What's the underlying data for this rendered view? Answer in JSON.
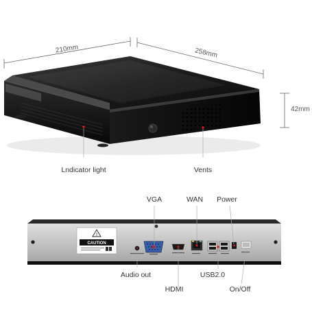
{
  "dimensions": {
    "width": "210mm",
    "depth": "258mm",
    "height": "42mm"
  },
  "top_view_labels": {
    "indicator": "Lndicator light",
    "vents": "Vents"
  },
  "rear_ports": {
    "vga": "VGA",
    "wan": "WAN",
    "power": "Power",
    "audio_out": "Audio out",
    "hdmi": "HDMI",
    "usb": "USB2.0",
    "on_off": "On/Off"
  },
  "caution_label": "CAUTION",
  "colors": {
    "accent": "#d11a1a",
    "body": "#151515",
    "panel": "#c8c8c8",
    "vga_blue": "#3a5ea8"
  }
}
